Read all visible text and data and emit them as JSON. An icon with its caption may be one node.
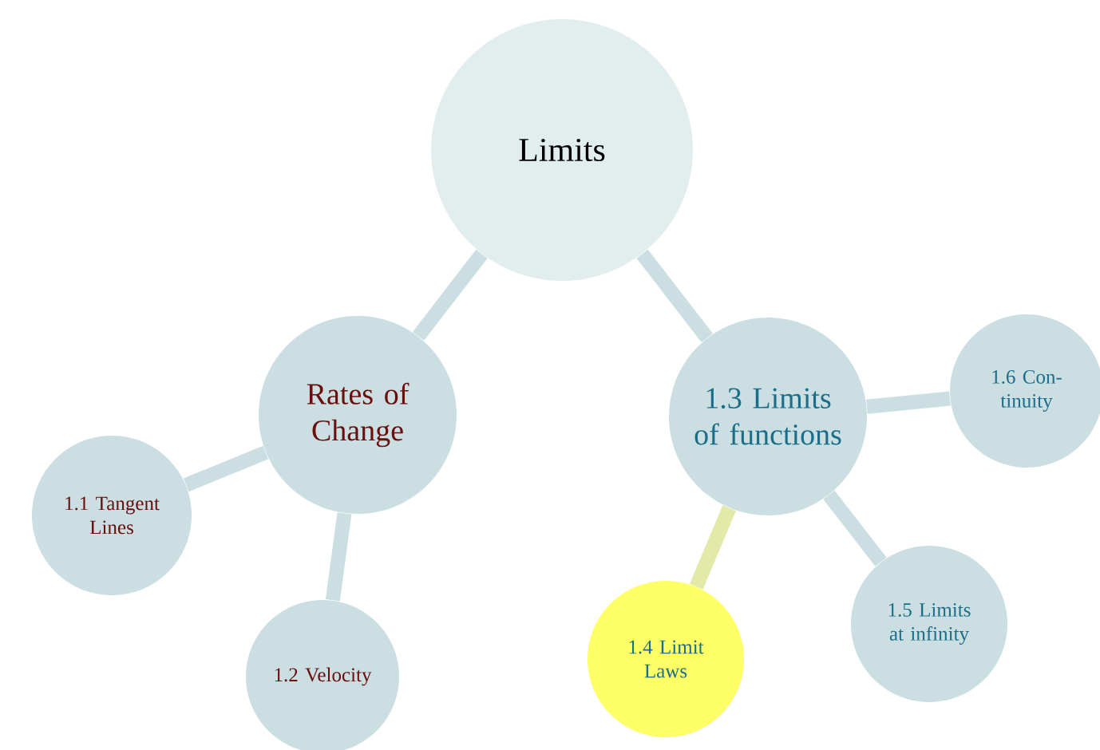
{
  "diagram": {
    "nodes": [
      {
        "text": [
          "Limits"
        ]
      },
      {
        "text": [
          "Rates of Change"
        ]
      },
      {
        "text": [
          "1.1 Tangent Lines"
        ]
      },
      {
        "text": [
          "1.2 Velocity"
        ]
      },
      {
        "text": [
          "1.3 Limits of functions"
        ]
      },
      {
        "text": [
          "1.4 Limit Laws"
        ]
      },
      {
        "text": [
          "1.5 Limits at infinity"
        ]
      },
      {
        "text": [
          "1.6 Con-tinuity"
        ]
      }
    ],
    "edges": [
      {
        "from": 0,
        "to": 1,
        "arrow": "none"
      },
      {
        "from": 1,
        "to": 2,
        "arrow": "none"
      },
      {
        "from": 1,
        "to": 3,
        "arrow": "none"
      },
      {
        "from": 0,
        "to": 4,
        "arrow": "none"
      },
      {
        "from": 4,
        "to": 5,
        "arrow": "none",
        "color": "#e3eaa9"
      },
      {
        "from": 4,
        "to": 6,
        "arrow": "none"
      },
      {
        "from": 4,
        "to": 7,
        "arrow": "none"
      }
    ]
  }
}
